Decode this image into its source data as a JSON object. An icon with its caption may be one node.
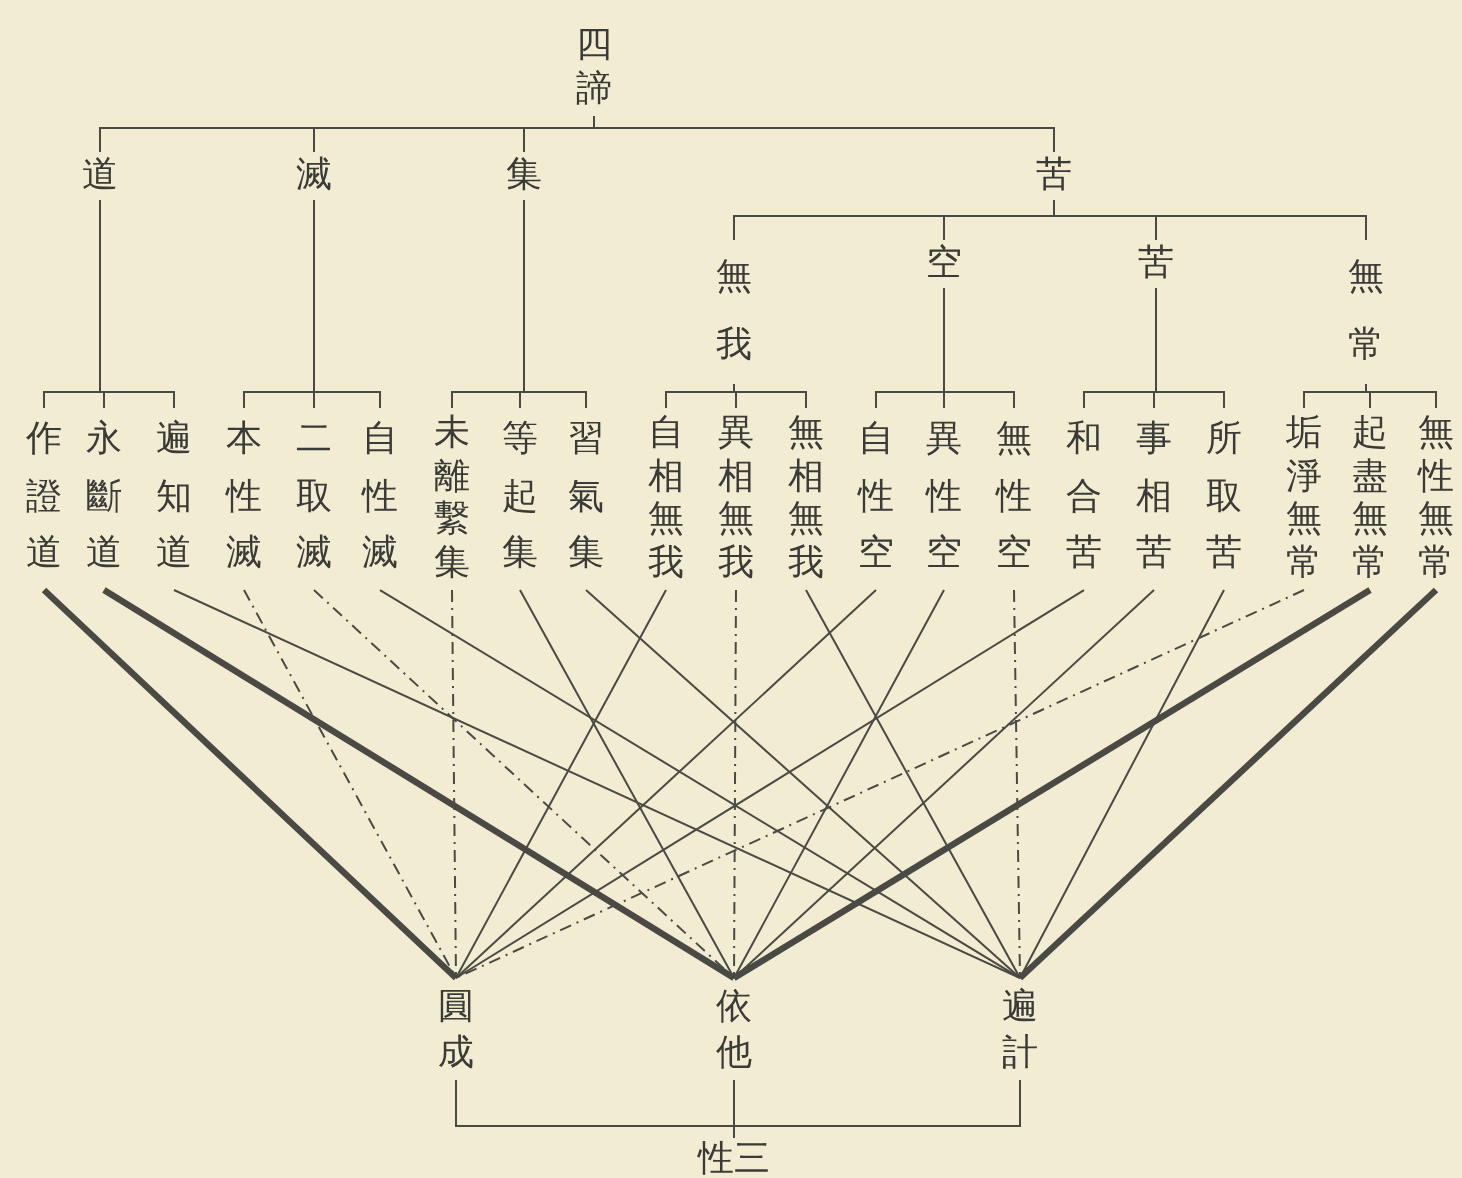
{
  "diagram": {
    "nodes": [
      {
        "text": [
          "四諦"
        ]
      },
      {
        "text": [
          "道"
        ]
      },
      {
        "text": [
          "滅"
        ]
      },
      {
        "text": [
          "集"
        ]
      },
      {
        "text": [
          "苦"
        ]
      },
      {
        "text": [
          "無我"
        ]
      },
      {
        "text": [
          "空"
        ]
      },
      {
        "text": [
          "苦"
        ]
      },
      {
        "text": [
          "無常"
        ]
      },
      {
        "text": [
          "作證道"
        ]
      },
      {
        "text": [
          "永斷道"
        ]
      },
      {
        "text": [
          "遍知道"
        ]
      },
      {
        "text": [
          "本性滅"
        ]
      },
      {
        "text": [
          "二取滅"
        ]
      },
      {
        "text": [
          "自性滅"
        ]
      },
      {
        "text": [
          "未離繫集"
        ]
      },
      {
        "text": [
          "等起集"
        ]
      },
      {
        "text": [
          "習氣集"
        ]
      },
      {
        "text": [
          "自相無我"
        ]
      },
      {
        "text": [
          "異相無我"
        ]
      },
      {
        "text": [
          "無相無我"
        ]
      },
      {
        "text": [
          "自性空"
        ]
      },
      {
        "text": [
          "異性空"
        ]
      },
      {
        "text": [
          "無性空"
        ]
      },
      {
        "text": [
          "和合苦"
        ]
      },
      {
        "text": [
          "事相苦"
        ]
      },
      {
        "text": [
          "所取苦"
        ]
      },
      {
        "text": [
          "垢淨無常"
        ]
      },
      {
        "text": [
          "起盡無常"
        ]
      },
      {
        "text": [
          "無性無常"
        ]
      },
      {
        "text": [
          "圓成"
        ]
      },
      {
        "text": [
          "依他"
        ]
      },
      {
        "text": [
          "遍計"
        ]
      },
      {
        "text": [
          "性三"
        ]
      }
    ],
    "edges": [
      {
        "from": 0,
        "to": 1,
        "arrow": "none"
      },
      {
        "from": 0,
        "to": 2,
        "arrow": "none"
      },
      {
        "from": 0,
        "to": 3,
        "arrow": "none"
      },
      {
        "from": 0,
        "to": 4,
        "arrow": "none"
      },
      {
        "from": 4,
        "to": 5,
        "arrow": "none"
      },
      {
        "from": 4,
        "to": 6,
        "arrow": "none"
      },
      {
        "from": 4,
        "to": 7,
        "arrow": "none"
      },
      {
        "from": 4,
        "to": 8,
        "arrow": "none"
      },
      {
        "from": 1,
        "to": 9,
        "arrow": "none"
      },
      {
        "from": 1,
        "to": 10,
        "arrow": "none"
      },
      {
        "from": 1,
        "to": 11,
        "arrow": "none"
      },
      {
        "from": 2,
        "to": 12,
        "arrow": "none"
      },
      {
        "from": 2,
        "to": 13,
        "arrow": "none"
      },
      {
        "from": 2,
        "to": 14,
        "arrow": "none"
      },
      {
        "from": 3,
        "to": 15,
        "arrow": "none"
      },
      {
        "from": 3,
        "to": 16,
        "arrow": "none"
      },
      {
        "from": 3,
        "to": 17,
        "arrow": "none"
      },
      {
        "from": 5,
        "to": 18,
        "arrow": "none"
      },
      {
        "from": 5,
        "to": 19,
        "arrow": "none"
      },
      {
        "from": 5,
        "to": 20,
        "arrow": "none"
      },
      {
        "from": 6,
        "to": 21,
        "arrow": "none"
      },
      {
        "from": 6,
        "to": 22,
        "arrow": "none"
      },
      {
        "from": 6,
        "to": 23,
        "arrow": "none"
      },
      {
        "from": 7,
        "to": 24,
        "arrow": "none"
      },
      {
        "from": 7,
        "to": 25,
        "arrow": "none"
      },
      {
        "from": 7,
        "to": 26,
        "arrow": "none"
      },
      {
        "from": 8,
        "to": 27,
        "arrow": "none"
      },
      {
        "from": 8,
        "to": 28,
        "arrow": "none"
      },
      {
        "from": 8,
        "to": 29,
        "arrow": "none"
      },
      {
        "from": 9,
        "to": 30,
        "arrow": "none",
        "style": "thick"
      },
      {
        "from": 10,
        "to": 31,
        "arrow": "none",
        "style": "thick"
      },
      {
        "from": 11,
        "to": 32,
        "arrow": "none"
      },
      {
        "from": 12,
        "to": 30,
        "arrow": "none",
        "style": "dashed"
      },
      {
        "from": 13,
        "to": 31,
        "arrow": "none",
        "style": "dashed"
      },
      {
        "from": 14,
        "to": 32,
        "arrow": "none"
      },
      {
        "from": 15,
        "to": 30,
        "arrow": "none",
        "style": "dashed"
      },
      {
        "from": 16,
        "to": 31,
        "arrow": "none"
      },
      {
        "from": 17,
        "to": 32,
        "arrow": "none"
      },
      {
        "from": 18,
        "to": 30,
        "arrow": "none"
      },
      {
        "from": 19,
        "to": 31,
        "arrow": "none",
        "style": "dashed"
      },
      {
        "from": 20,
        "to": 32,
        "arrow": "none"
      },
      {
        "from": 21,
        "to": 30,
        "arrow": "none"
      },
      {
        "from": 22,
        "to": 31,
        "arrow": "none"
      },
      {
        "from": 23,
        "to": 32,
        "arrow": "none",
        "style": "dashed"
      },
      {
        "from": 24,
        "to": 30,
        "arrow": "none"
      },
      {
        "from": 25,
        "to": 31,
        "arrow": "none"
      },
      {
        "from": 26,
        "to": 32,
        "arrow": "none"
      },
      {
        "from": 27,
        "to": 30,
        "arrow": "none",
        "style": "dashed"
      },
      {
        "from": 28,
        "to": 31,
        "arrow": "none",
        "style": "thick"
      },
      {
        "from": 29,
        "to": 32,
        "arrow": "none",
        "style": "thick"
      },
      {
        "from": 30,
        "to": 33,
        "arrow": "none"
      },
      {
        "from": 31,
        "to": 33,
        "arrow": "none"
      },
      {
        "from": 32,
        "to": 33,
        "arrow": "none"
      }
    ]
  }
}
